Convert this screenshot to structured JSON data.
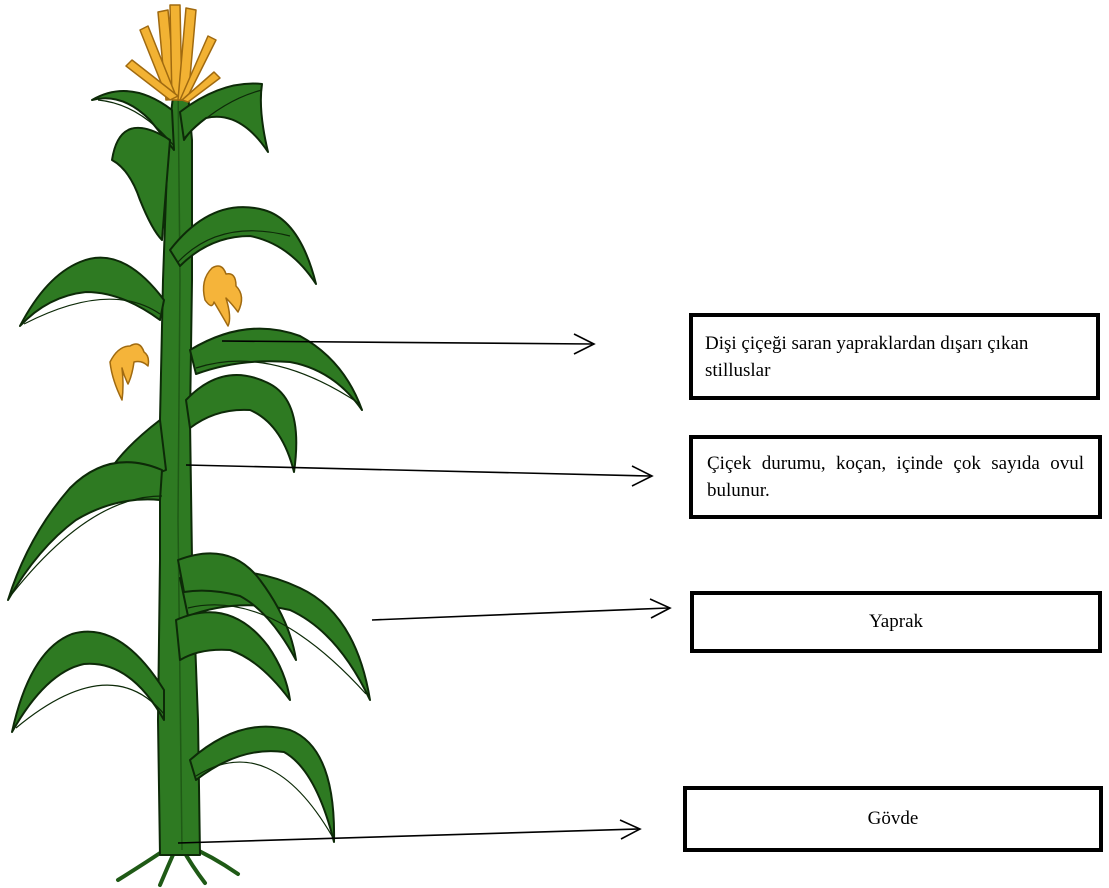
{
  "labels": {
    "silk": "Dişi çiçeği saran yapraklardan dışarı çıkan stilluslar",
    "cob": "Çiçek durumu, koçan, içinde çok sayıda ovul bulunur.",
    "leaf": "Yaprak",
    "stem": "Gövde"
  },
  "colors": {
    "leaf": "#2e7a22",
    "leaf_dark": "#1f5a16",
    "outline": "#0d2a08",
    "tassel": "#f2b233",
    "silk": "#f5b43a",
    "line": "#000000"
  }
}
